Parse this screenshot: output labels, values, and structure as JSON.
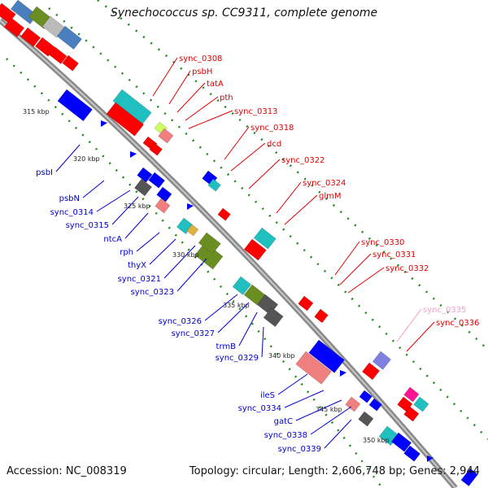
{
  "title": "Synechococcus sp. CC9311, complete genome",
  "footer": {
    "accession": "Accession: NC_008319",
    "summary": "Topology: circular; Length: 2,606,748 bp; Genes: 2,944"
  },
  "colors": {
    "backbone": "#8a8a8a",
    "tick_dots": "#1a8a1a",
    "label_red": "#e00000",
    "label_blue": "#0000cc",
    "label_pink": "#f0a0c8"
  },
  "ticks": [
    "315 kbp",
    "320 kbp",
    "325 kbp",
    "330 kbp",
    "335 kbp",
    "340 kbp",
    "345 kbp",
    "350 kbp"
  ],
  "labels": {
    "right": [
      "sync_0308",
      "psbH",
      "tatA",
      "pth",
      "sync_0313",
      "sync_0318",
      "dcd",
      "sync_0322",
      "sync_0324",
      "glmM",
      "sync_0330",
      "sync_0331",
      "sync_0332",
      "sync_0335",
      "sync_0336"
    ],
    "left": [
      "psbI",
      "psbN",
      "sync_0314",
      "sync_0315",
      "ntcA",
      "rph",
      "thyX",
      "sync_0321",
      "sync_0323",
      "sync_0326",
      "sync_0327",
      "trmB",
      "sync_0329",
      "ileS",
      "sync_0334",
      "gatC",
      "sync_0338",
      "sync_0339"
    ]
  }
}
